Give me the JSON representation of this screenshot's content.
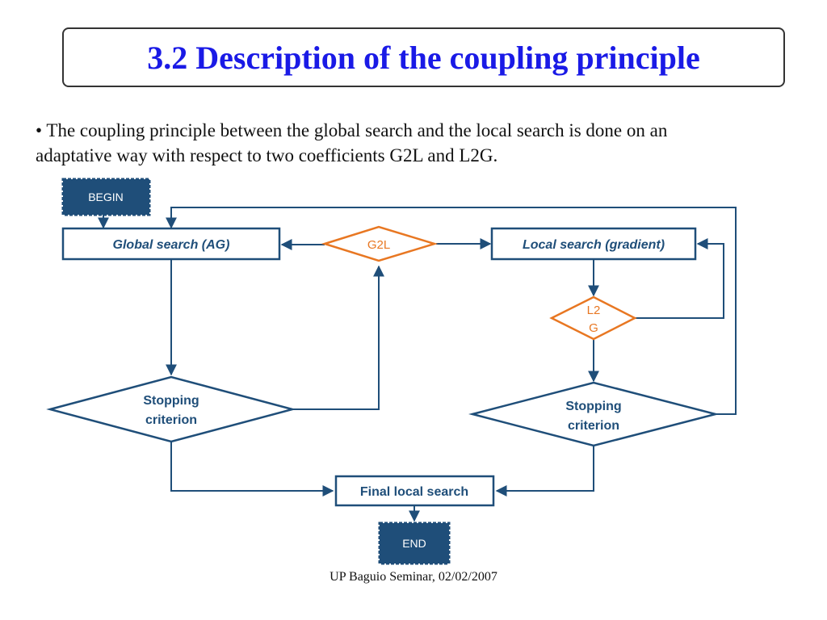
{
  "slide": {
    "title": "3.2 Description of the coupling principle",
    "bullet_mark": "•",
    "bullet_line1": "The coupling principle between the global search and the local search is done on an",
    "bullet_line2": "adaptative way with respect to two coefficients G2L and L2G.",
    "footer": "UP Baguio Seminar, 02/02/2007"
  },
  "diagram": {
    "begin": "BEGIN",
    "end": "END",
    "global_search": "Global search (AG)",
    "local_search": "Local search (gradient)",
    "g2l": "G2L",
    "l2g_line1": "L2",
    "l2g_line2": "G",
    "stop_left_line1": "Stopping",
    "stop_left_line2": "criterion",
    "stop_right_line1": "Stopping",
    "stop_right_line2": "criterion",
    "final_local_search": "Final local search"
  },
  "colors": {
    "title": "#1a1ae6",
    "flow_blue": "#1f4e79",
    "terminal_fill": "#1f4e79",
    "decision_orange": "#e87722"
  }
}
